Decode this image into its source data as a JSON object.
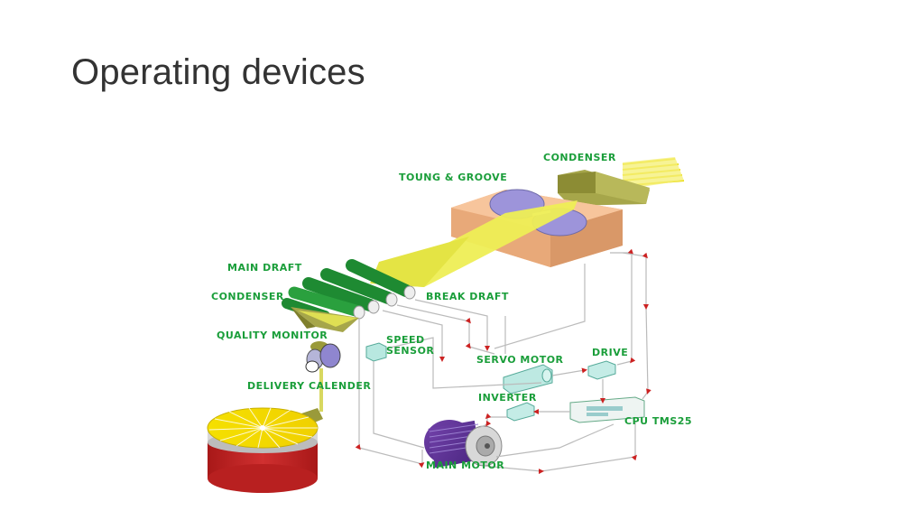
{
  "slide": {
    "title": "Operating devices"
  },
  "diagram": {
    "labels": {
      "condenser_top": "CONDENSER",
      "toung_groove": "TOUNG & GROOVE",
      "main_draft": "MAIN DRAFT",
      "condenser_left": "CONDENSER",
      "break_draft": "BREAK DRAFT",
      "quality_monitor": "QUALITY MONITOR",
      "speed_line1": "SPEED",
      "speed_line2": "SENSOR",
      "servo_motor": "SERVO MOTOR",
      "drive": "DRIVE",
      "delivery_calender": "DELIVERY CALENDER",
      "inverter": "INVERTER",
      "cpu": "CPU TMS25",
      "main_motor": "MAIN MOTOR"
    },
    "colors": {
      "label": "#1a9e3a",
      "sliver": "#eeee55",
      "rollers": "#1e8a32",
      "block": "#f2b98a",
      "funnel": "#9a9a3a",
      "disc": "#9a8fd8",
      "arrows": "#cc2222",
      "can_red": "#cc2a2a"
    }
  }
}
